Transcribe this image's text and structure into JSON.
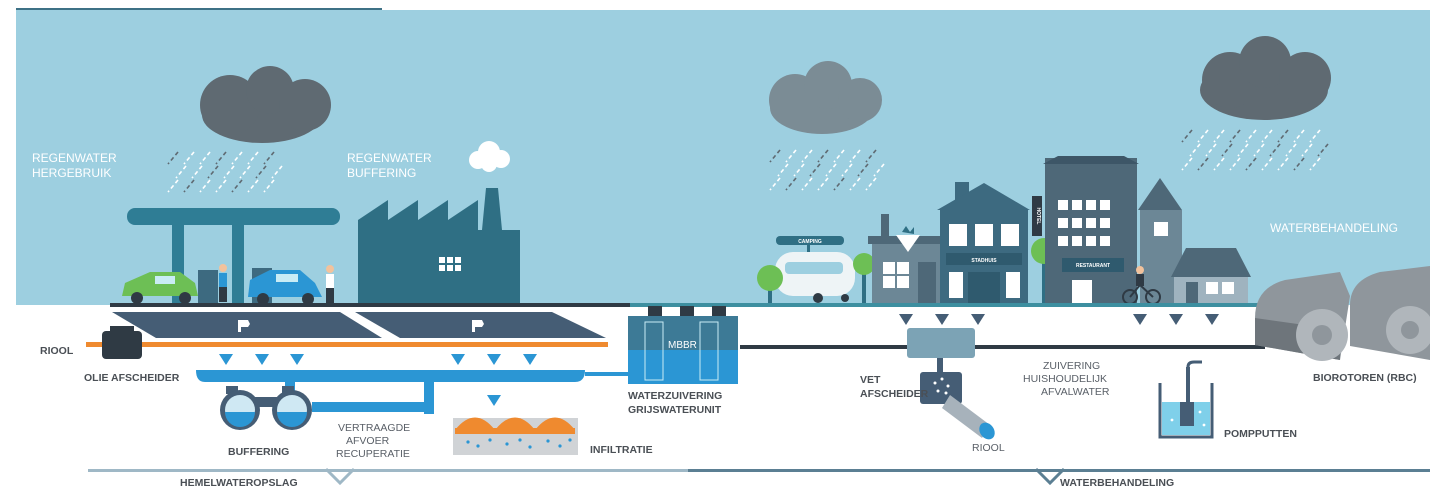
{
  "labels": {
    "regenwater_hergebruik": [
      "REGENWATER",
      "HERGEBRUIK"
    ],
    "regenwater_buffering": [
      "REGENWATER",
      "BUFFERING"
    ],
    "waterbehandeling_top": "WATERBEHANDELING",
    "camping": "CAMPING",
    "stadhuis": "STADHUIS",
    "restaurant": "RESTAURANT",
    "hotel": "HOTEL",
    "mbbr": "MBBR",
    "riool_left": "RIOOL",
    "olie_afscheider": "OLIE AFSCHEIDER",
    "buffering": "BUFFERING",
    "vertraagde": [
      "VERTRAAGDE",
      "AFVOER",
      "RECUPERATIE"
    ],
    "infiltratie": "INFILTRATIE",
    "waterzuivering": [
      "WATERZUIVERING",
      "GRIJSWATERUNIT"
    ],
    "vet_afscheider": [
      "VET",
      "AFSCHEIDER"
    ],
    "riool_right": "RIOOL",
    "zuivering": [
      "ZUIVERING",
      "HUISHOUDELIJK",
      "AFVALWATER"
    ],
    "pompputten": "POMPPUTTEN",
    "biorotoren": "BIOROTOREN (RBC)",
    "hemelwateropslag": "HEMELWATEROPSLAG",
    "waterbehandeling_bottom": "WATERBEHANDELING"
  },
  "colors": {
    "sky": "#9dcfe0",
    "dark_teal": "#3d7186",
    "cloud_dark": "#5f6a72",
    "cloud_light": "#7b8c95",
    "water_blue": "#2b96d4",
    "orange_pipe": "#ef8a2f",
    "ground_line": "#2f3a44",
    "parking": "#455d75",
    "label_dark": "#4a4f55",
    "bottom_bar": "#5b7f93"
  }
}
